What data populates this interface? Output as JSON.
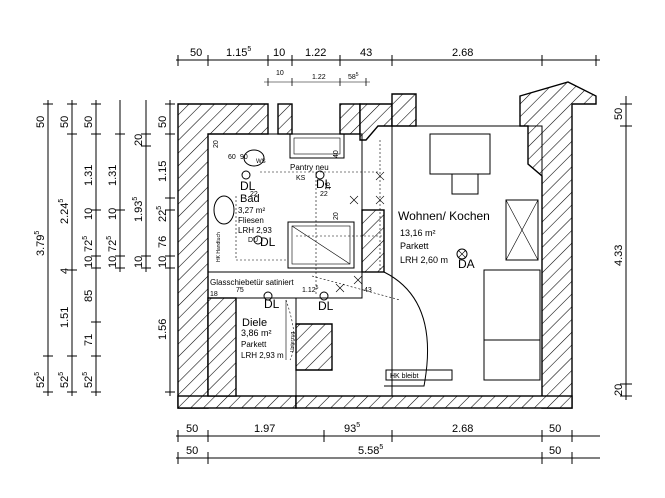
{
  "dimensions": {
    "top_row1": [
      {
        "v": "50",
        "s": ""
      },
      {
        "v": "1.15",
        "s": "5"
      },
      {
        "v": "10",
        "s": ""
      },
      {
        "v": "1.22",
        "s": ""
      },
      {
        "v": "43",
        "s": ""
      },
      {
        "v": "2.68",
        "s": ""
      }
    ],
    "top_row2": [
      {
        "v": "10",
        "s": ""
      },
      {
        "v": "1.22",
        "s": ""
      },
      {
        "v": "58",
        "s": "5"
      }
    ],
    "bottom_row1": [
      {
        "v": "50",
        "s": ""
      },
      {
        "v": "1.97",
        "s": ""
      },
      {
        "v": "93",
        "s": "5"
      },
      {
        "v": "2.68",
        "s": ""
      },
      {
        "v": "50",
        "s": ""
      }
    ],
    "bottom_row2": [
      {
        "v": "50",
        "s": ""
      },
      {
        "v": "5.58",
        "s": "5"
      },
      {
        "v": "50",
        "s": ""
      }
    ],
    "left_col1": [
      {
        "v": "50",
        "s": ""
      },
      {
        "v": "3.79",
        "s": "5"
      },
      {
        "v": "52",
        "s": "5"
      }
    ],
    "left_col2": [
      {
        "v": "50",
        "s": ""
      },
      {
        "v": "2.24",
        "s": "5"
      },
      {
        "v": "4",
        "s": ""
      },
      {
        "v": "1.51",
        "s": ""
      },
      {
        "v": "52",
        "s": "5"
      }
    ],
    "left_col3": [
      {
        "v": "50",
        "s": ""
      },
      {
        "v": "1.31",
        "s": ""
      },
      {
        "v": "10",
        "s": ""
      },
      {
        "v": "72",
        "s": "5"
      },
      {
        "v": "10",
        "s": ""
      },
      {
        "v": "85",
        "s": ""
      },
      {
        "v": "71",
        "s": ""
      },
      {
        "v": "52",
        "s": "5"
      }
    ],
    "left_col4": [
      {
        "v": "1.31",
        "s": ""
      },
      {
        "v": "10",
        "s": ""
      },
      {
        "v": "72",
        "s": "5"
      },
      {
        "v": "10",
        "s": ""
      }
    ],
    "left_col5": [
      {
        "v": "20",
        "s": ""
      },
      {
        "v": "1.93",
        "s": "5"
      },
      {
        "v": "10",
        "s": ""
      }
    ],
    "left_col6": [
      {
        "v": "50",
        "s": ""
      },
      {
        "v": "1.15",
        "s": ""
      },
      {
        "v": "22",
        "s": "5"
      },
      {
        "v": "76",
        "s": ""
      },
      {
        "v": "10",
        "s": ""
      },
      {
        "v": "1.56",
        "s": ""
      }
    ],
    "right_col": [
      {
        "v": "50",
        "s": ""
      },
      {
        "v": "4.33",
        "s": ""
      },
      {
        "v": "20",
        "s": ""
      }
    ],
    "inner": [
      {
        "v": "60",
        "s": ""
      },
      {
        "v": "90",
        "s": ""
      },
      {
        "v": "40",
        "s": ""
      },
      {
        "v": "20",
        "s": ""
      },
      {
        "v": "22",
        "s": ""
      },
      {
        "v": "16",
        "s": ""
      },
      {
        "v": "22",
        "s": ""
      },
      {
        "v": "20",
        "s": ""
      },
      {
        "v": "75",
        "s": ""
      },
      {
        "v": "1.12",
        "s": "5"
      },
      {
        "v": "43",
        "s": ""
      },
      {
        "v": "18",
        "s": ""
      }
    ]
  },
  "rooms": {
    "wohnen": {
      "name": "Wohnen/ Kochen",
      "area": "13,16 m²",
      "floor": "Parkett",
      "height": "LRH 2,60 m"
    },
    "bad": {
      "name": "Bad",
      "area": "3,27 m²",
      "floor": "Fliesen",
      "height": "LRH 2,93"
    },
    "diele": {
      "name": "Diele",
      "area": "3,86 m²",
      "floor": "Parkett",
      "height": "LRH 2,93 m"
    }
  },
  "labels": {
    "pantry": "Pantry neu",
    "ks": "KS",
    "dl": "DL",
    "da": "DA",
    "du": "DU",
    "glass": "Glasschiebetür satiniert",
    "hk": "HK bleibt",
    "hk_handtuch": "HK Handtuch",
    "unterzug": "Unterzug",
    "ws": "WS"
  }
}
